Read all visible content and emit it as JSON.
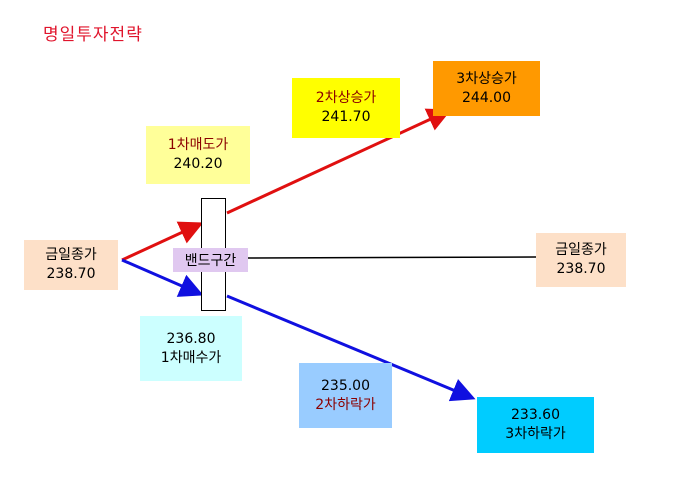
{
  "title": "명일투자전략",
  "band": {
    "label": "밴드구간"
  },
  "boxes": {
    "today_close_left": {
      "line1": "금일종가",
      "line2": "238.70",
      "color": "#fde0c8"
    },
    "today_close_right": {
      "line1": "금일종가",
      "line2": "238.70",
      "color": "#fde0c8"
    },
    "sell_1": {
      "line1": "1차매도가",
      "line2": "240.20",
      "color": "#ffff99"
    },
    "rise_2": {
      "line1": "2차상승가",
      "line2": "241.70",
      "color": "#ffff00"
    },
    "rise_3": {
      "line1": "3차상승가",
      "line2": "244.00",
      "color": "#ff9900"
    },
    "buy_1": {
      "line1": "236.80",
      "line2": "1차매수가",
      "color": "#ccffff"
    },
    "fall_2": {
      "line1": "235.00",
      "line2": "2차하락가",
      "color": "#99ccff"
    },
    "fall_3": {
      "line1": "233.60",
      "line2": "3차하락가",
      "color": "#00ccff"
    }
  },
  "colors": {
    "up_arrow": "#e01010",
    "down_arrow": "#1010e0",
    "flat_line": "#000000"
  }
}
